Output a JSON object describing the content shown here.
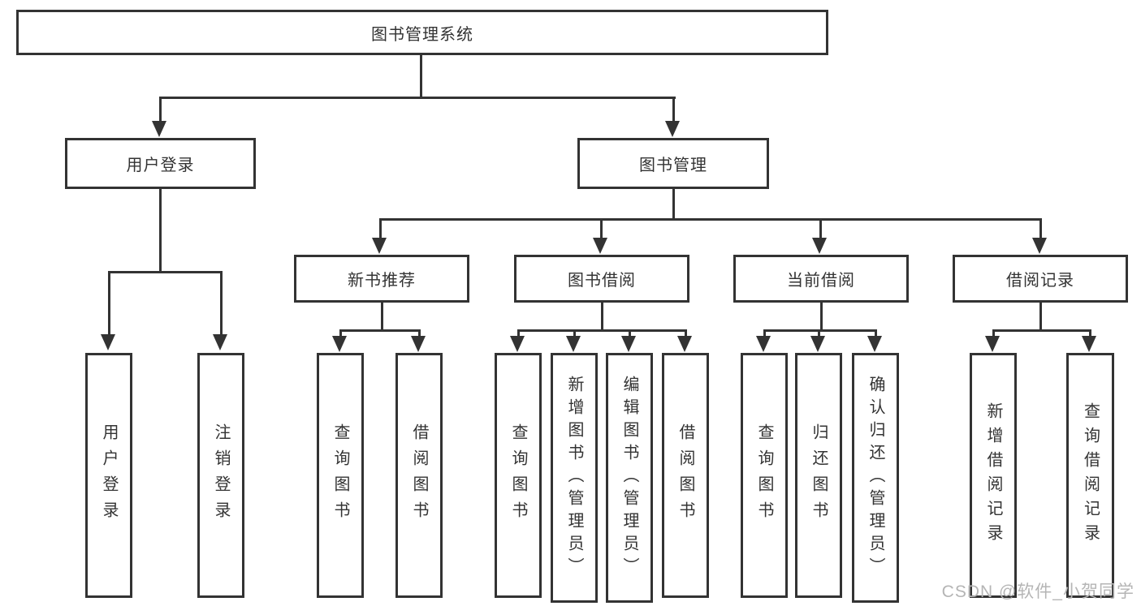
{
  "tree": {
    "root": {
      "label": "图书管理系统"
    },
    "branches": [
      {
        "label": "用户登录",
        "children": [
          "用户登录",
          "注销登录"
        ]
      },
      {
        "label": "图书管理",
        "sections": [
          {
            "label": "新书推荐",
            "children": [
              "查询图书",
              "借阅图书"
            ]
          },
          {
            "label": "图书借阅",
            "children": [
              "查询图书",
              "新增图书（管理员）",
              "编辑图书（管理员）",
              "借阅图书"
            ]
          },
          {
            "label": "当前借阅",
            "children": [
              "查询图书",
              "归还图书",
              "确认归还（管理员）"
            ]
          },
          {
            "label": "借阅记录",
            "children": [
              "新增借阅记录",
              "查询借阅记录"
            ]
          }
        ]
      }
    ]
  },
  "watermark": {
    "text": "CSDN @软件_小贺同学"
  },
  "colors": {
    "line": "#333333",
    "box_border": "#333333",
    "text": "#333333",
    "background": "#ffffff",
    "watermark": "#b5b5b5"
  }
}
